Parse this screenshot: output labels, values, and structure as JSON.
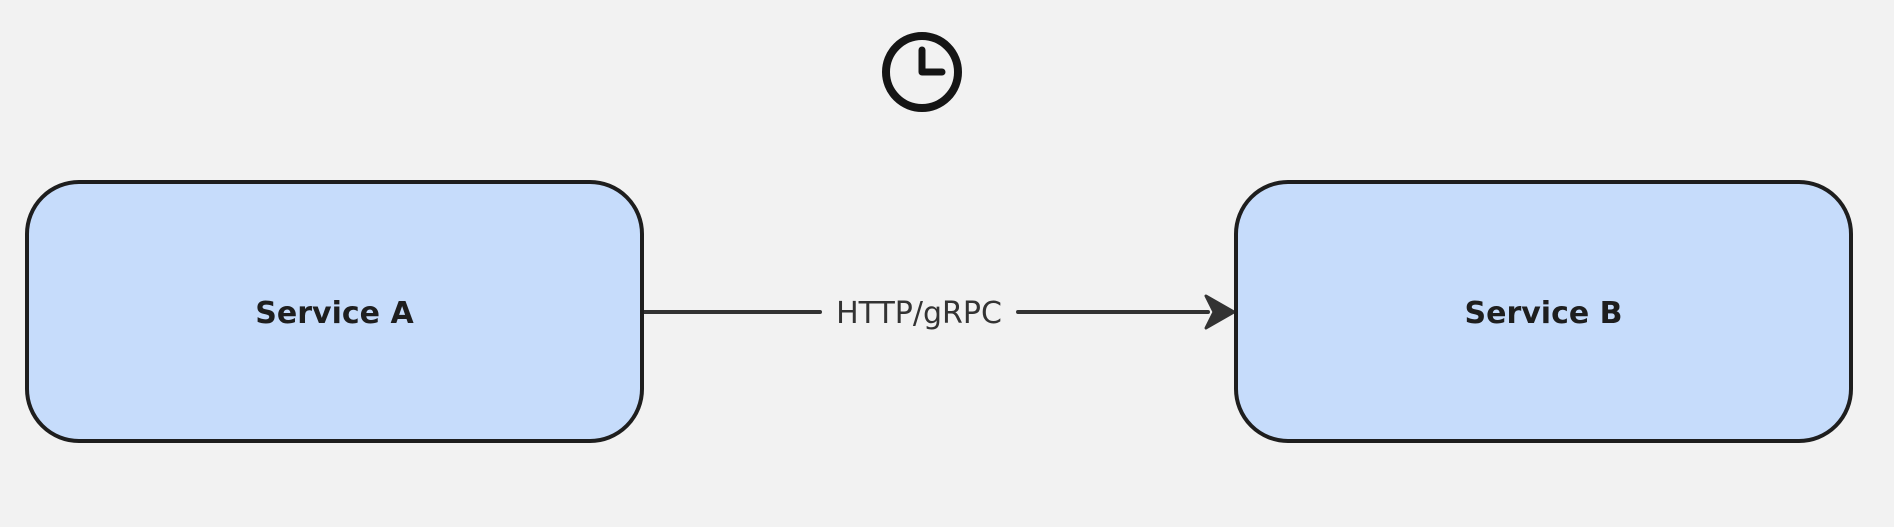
{
  "diagram": {
    "background_color": "#f2f2f2",
    "timer_icon": "clock-icon",
    "nodes": [
      {
        "id": "service-a",
        "label": "Service A",
        "fill": "#c6dcfb",
        "stroke": "#1e1e1e"
      },
      {
        "id": "service-b",
        "label": "Service B",
        "fill": "#c6dcfb",
        "stroke": "#1e1e1e"
      }
    ],
    "edges": [
      {
        "from": "service-a",
        "to": "service-b",
        "label": "HTTP/gRPC",
        "color": "#333333"
      }
    ]
  }
}
